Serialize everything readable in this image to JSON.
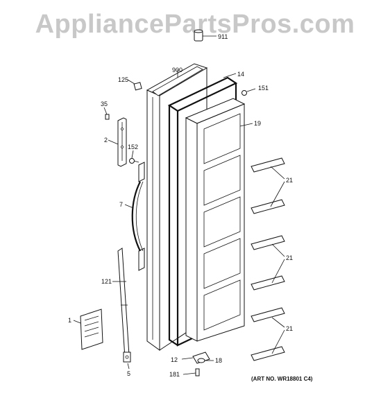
{
  "watermark": "AppliancePartsPros.com",
  "art_number": "(ART NO. WR18801 C4)",
  "callouts": {
    "c911": "911",
    "c900": "900",
    "c14": "14",
    "c125": "125",
    "c151": "151",
    "c35": "35",
    "c19": "19",
    "c2": "2",
    "c152": "152",
    "c21a": "21",
    "c7": "7",
    "c21b": "21",
    "c121": "121",
    "c21c": "21",
    "c1": "1",
    "c12": "12",
    "c18": "18",
    "c5": "5",
    "c181": "181"
  }
}
